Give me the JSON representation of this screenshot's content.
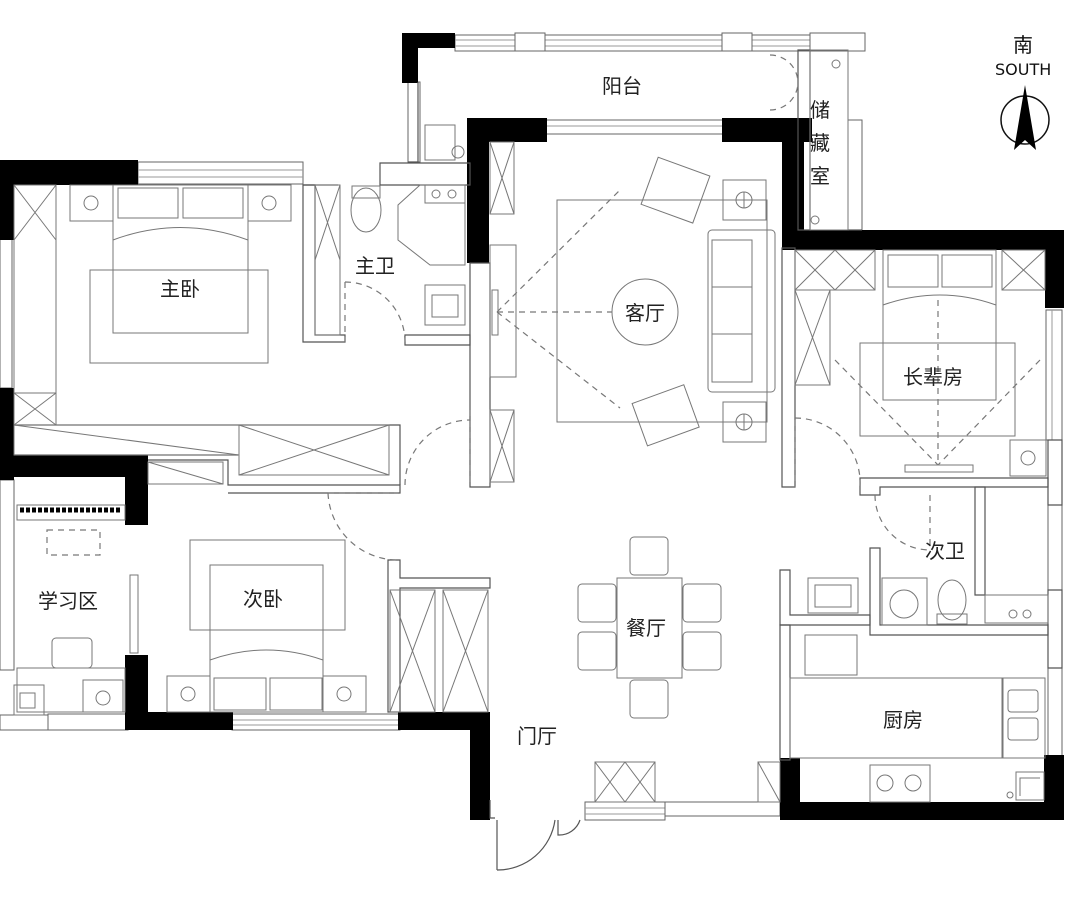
{
  "rooms": {
    "balcony": "阳台",
    "storage": [
      "储",
      "藏",
      "室"
    ],
    "master_bedroom": "主卧",
    "master_bath": "主卫",
    "living_room": "客厅",
    "elder_room": "长辈房",
    "secondary_bath": "次卫",
    "study": "学习区",
    "second_bedroom": "次卧",
    "dining_room": "餐厅",
    "foyer": "门厅",
    "kitchen": "厨房"
  },
  "compass": {
    "label_cn": "南",
    "label_en": "SOUTH",
    "icon": "north-arrow-icon"
  }
}
